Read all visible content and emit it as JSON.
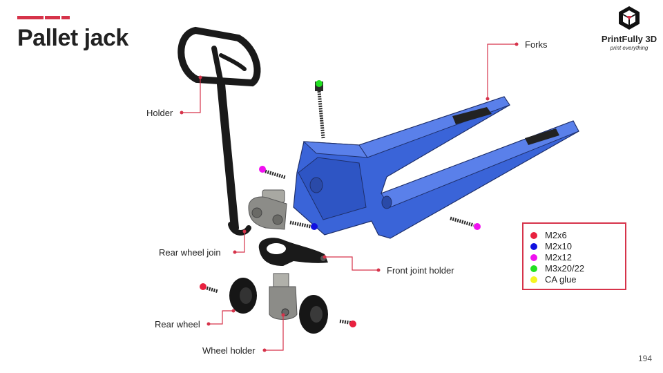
{
  "title": "Pallet jack",
  "brand": {
    "name": "PrintFully 3D",
    "tagline": "print everything"
  },
  "callouts": {
    "forks": "Forks",
    "holder": "Holder",
    "rear_wheel_join": "Rear wheel join",
    "front_joint_holder": "Front joint holder",
    "rear_wheel": "Rear wheel",
    "wheel_holder": "Wheel holder"
  },
  "legend": [
    {
      "label": "M2x6",
      "color": "#e8213f"
    },
    {
      "label": "M2x10",
      "color": "#1010e0"
    },
    {
      "label": "M2x12",
      "color": "#f010f0"
    },
    {
      "label": "M3x20/22",
      "color": "#22e022"
    },
    {
      "label": "CA glue",
      "color": "#f5f520"
    }
  ],
  "colors": {
    "accent": "#d6334a",
    "part_blue": "#3a64d8",
    "part_black": "#1a1a1a",
    "part_grey": "#8c8c88"
  },
  "page_number": "194"
}
